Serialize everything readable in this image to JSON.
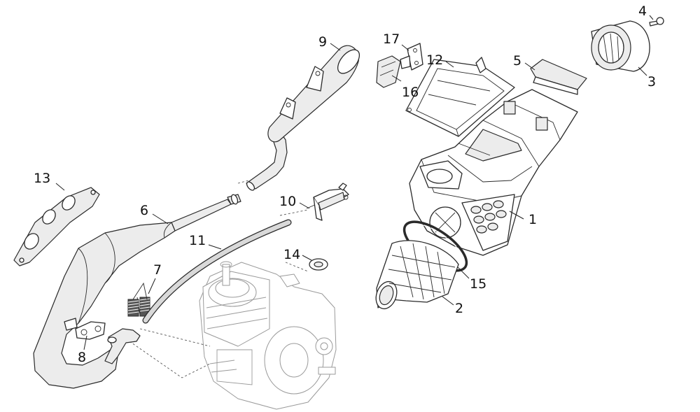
{
  "diagram": {
    "callouts": [
      {
        "id": "1",
        "text": "1"
      },
      {
        "id": "2",
        "text": "2"
      },
      {
        "id": "3",
        "text": "3"
      },
      {
        "id": "4",
        "text": "4"
      },
      {
        "id": "5",
        "text": "5"
      },
      {
        "id": "6",
        "text": "6"
      },
      {
        "id": "7",
        "text": "7"
      },
      {
        "id": "8",
        "text": "8"
      },
      {
        "id": "9",
        "text": "9"
      },
      {
        "id": "10",
        "text": "10"
      },
      {
        "id": "11",
        "text": "11"
      },
      {
        "id": "12",
        "text": "12"
      },
      {
        "id": "13",
        "text": "13"
      },
      {
        "id": "14",
        "text": "14"
      },
      {
        "id": "15",
        "text": "15"
      },
      {
        "id": "16",
        "text": "16"
      },
      {
        "id": "17",
        "text": "17"
      }
    ],
    "parts": [
      {
        "callout": "1",
        "icon": "airbox-housing-icon"
      },
      {
        "callout": "2",
        "icon": "intake-boot-icon"
      },
      {
        "callout": "3",
        "icon": "air-filter-cylinder-icon"
      },
      {
        "callout": "4",
        "icon": "screw-icon"
      },
      {
        "callout": "5",
        "icon": "filter-pad-icon"
      },
      {
        "callout": "6",
        "icon": "expansion-chamber-icon"
      },
      {
        "callout": "7",
        "icon": "springs-icon"
      },
      {
        "callout": "8",
        "icon": "bracket-icon"
      },
      {
        "callout": "9",
        "icon": "silencer-icon"
      },
      {
        "callout": "10",
        "icon": "mount-bracket-icon"
      },
      {
        "callout": "11",
        "icon": "hose-icon"
      },
      {
        "callout": "12",
        "icon": "airbox-cover-icon"
      },
      {
        "callout": "13",
        "icon": "heat-shield-icon"
      },
      {
        "callout": "14",
        "icon": "washer-icon"
      },
      {
        "callout": "15",
        "icon": "hose-clamp-icon"
      },
      {
        "callout": "16",
        "icon": "rubber-block-icon"
      },
      {
        "callout": "17",
        "icon": "clip-plate-icon"
      }
    ]
  }
}
